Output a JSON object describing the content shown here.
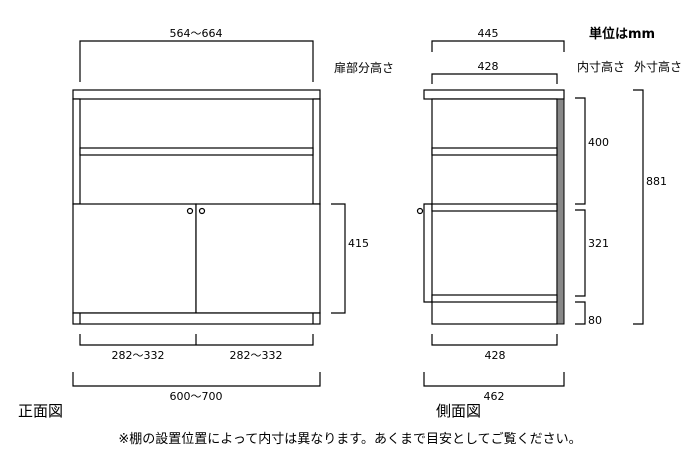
{
  "unit_label": "単位はmm",
  "headers": {
    "door_height": "扉部分高さ",
    "inner_height": "内寸高さ",
    "outer_height": "外寸高さ"
  },
  "front_view": {
    "title": "正面図",
    "inner_width": "564〜664",
    "door_height": "415",
    "door_width_left": "282〜332",
    "door_width_right": "282〜332",
    "outer_width": "600〜700"
  },
  "side_view": {
    "title": "側面図",
    "top_depth": "445",
    "inner_depth_top": "428",
    "inner_height_upper": "400",
    "inner_height_middle": "321",
    "inner_height_bottom": "80",
    "outer_height": "881",
    "inner_depth_bottom": "428",
    "outer_depth": "462"
  },
  "note": "※棚の設置位置によって内寸は異なります。あくまで目安としてご覧ください。"
}
